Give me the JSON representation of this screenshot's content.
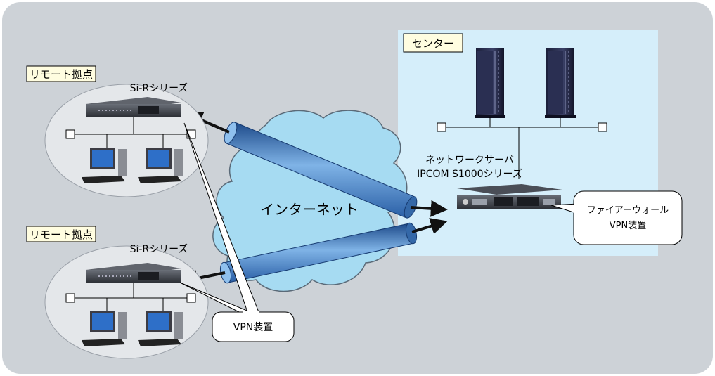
{
  "remote_sites": [
    {
      "site_label": "リモート拠点",
      "router_label": "Si-Rシリーズ"
    },
    {
      "site_label": "リモート拠点",
      "router_label": "Si-Rシリーズ"
    }
  ],
  "center": {
    "label": "センター",
    "server_label_line1": "ネットワークサーバ",
    "server_label_line2": "IPCOM S1000シリーズ"
  },
  "internet_label": "インターネット",
  "callouts": {
    "firewall_line1": "ファイアーウォール",
    "firewall_line2": "VPN装置",
    "vpn_device": "VPN装置"
  },
  "colors": {
    "background_panel": "#cdd2d7",
    "center_zone": "#d5eefa",
    "cloud": "#a6dbf2",
    "tunnel": "#4d86c6",
    "site_ellipse": "#e4e7ea"
  }
}
